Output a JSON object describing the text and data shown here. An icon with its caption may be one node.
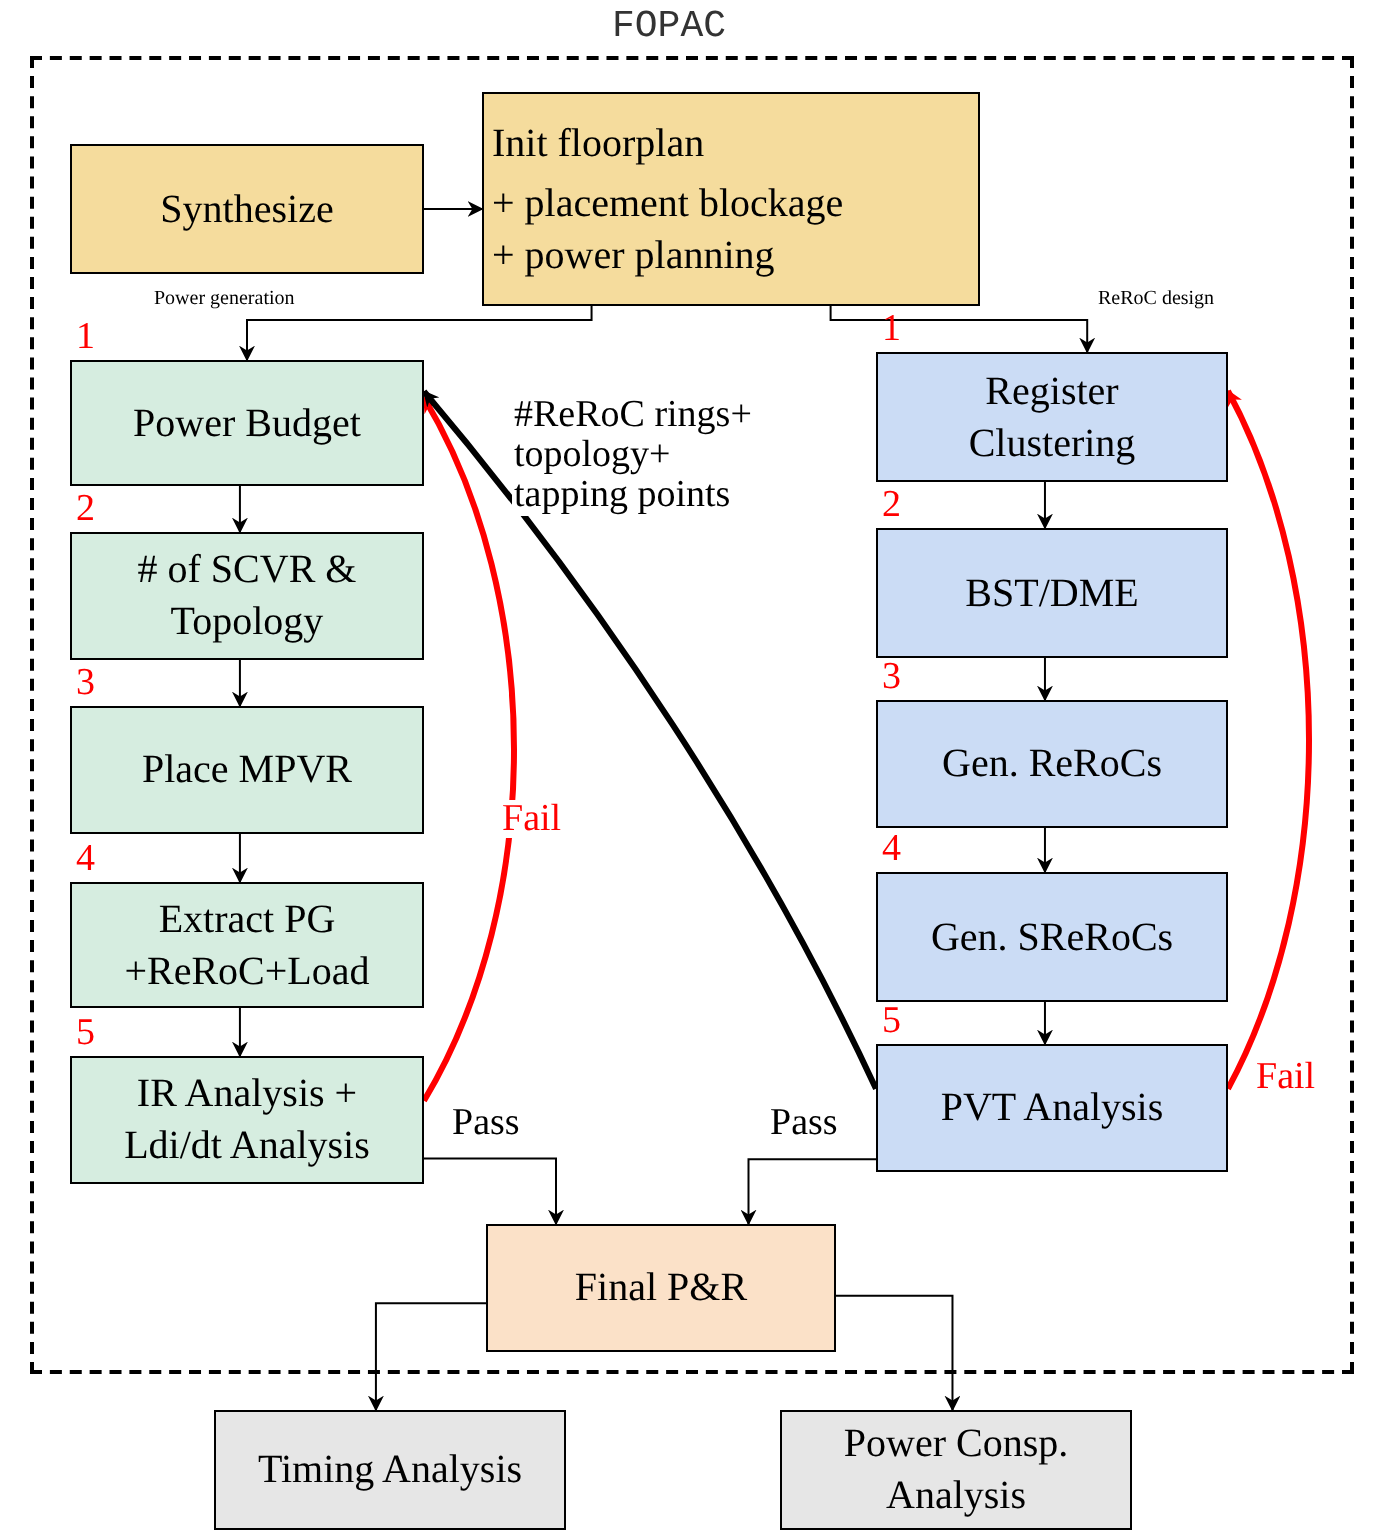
{
  "diagram": {
    "nodes": [
      {
        "text": [
          "FOPAC"
        ]
      },
      {
        "text": [
          "Synthesize"
        ],
        "in": 0
      },
      {
        "text": [
          "Init floorplan",
          "+ placement blockage",
          "+ power planning"
        ],
        "in": 0
      },
      {
        "text": [
          "Power Budget"
        ],
        "in": 0,
        "beside": [
          "1"
        ]
      },
      {
        "text": [
          "# of SCVR & Topology"
        ],
        "in": 0,
        "beside": [
          "2"
        ]
      },
      {
        "text": [
          "Place MPVR"
        ],
        "in": 0,
        "beside": [
          "3"
        ]
      },
      {
        "text": [
          "Extract PG +ReRoC+Load"
        ],
        "in": 0,
        "beside": [
          "4"
        ]
      },
      {
        "text": [
          "IR Analysis + Ldi/dt Analysis"
        ],
        "in": 0,
        "beside": [
          "5"
        ]
      },
      {
        "text": [
          "Register Clustering"
        ],
        "in": 0,
        "beside": [
          "1"
        ]
      },
      {
        "text": [
          "BST/DME"
        ],
        "in": 0,
        "beside": [
          "2"
        ]
      },
      {
        "text": [
          "Gen. ReRoCs"
        ],
        "in": 0,
        "beside": [
          "3"
        ]
      },
      {
        "text": [
          "Gen. SReRoCs"
        ],
        "in": 0,
        "beside": [
          "4"
        ]
      },
      {
        "text": [
          "PVT Analysis"
        ],
        "in": 0,
        "beside": [
          "5"
        ]
      },
      {
        "text": [
          "Final P&R"
        ],
        "in": 0
      },
      {
        "text": [
          "Timing Analysis"
        ]
      },
      {
        "text": [
          "Power Consp. Analysis"
        ]
      }
    ],
    "edges": [
      {
        "from": 1,
        "to": 2,
        "arrow": "to"
      },
      {
        "from": 2,
        "to": 3,
        "arrow": "to",
        "label": "Power generation"
      },
      {
        "from": 2,
        "to": 8,
        "arrow": "to",
        "label": "ReRoC design"
      },
      {
        "from": 3,
        "to": 4,
        "arrow": "to"
      },
      {
        "from": 4,
        "to": 5,
        "arrow": "to"
      },
      {
        "from": 5,
        "to": 6,
        "arrow": "to"
      },
      {
        "from": 6,
        "to": 7,
        "arrow": "to"
      },
      {
        "from": 8,
        "to": 9,
        "arrow": "to"
      },
      {
        "from": 9,
        "to": 10,
        "arrow": "to"
      },
      {
        "from": 10,
        "to": 11,
        "arrow": "to"
      },
      {
        "from": 11,
        "to": 12,
        "arrow": "to"
      },
      {
        "from": 7,
        "to": 3,
        "arrow": "to",
        "label": "Fail",
        "style": "thick",
        "color": "#ff0000"
      },
      {
        "from": 12,
        "to": 8,
        "arrow": "to",
        "label": "Fail",
        "style": "thick",
        "color": "#ff0000"
      },
      {
        "from": 12,
        "to": 3,
        "arrow": "to",
        "label": "#ReRoC rings+ topology+ tapping points",
        "style": "thick"
      },
      {
        "from": 7,
        "to": 13,
        "arrow": "to",
        "label": "Pass"
      },
      {
        "from": 12,
        "to": 13,
        "arrow": "to",
        "label": "Pass"
      },
      {
        "from": 13,
        "to": 14,
        "arrow": "to"
      },
      {
        "from": 13,
        "to": 15,
        "arrow": "to"
      }
    ]
  }
}
